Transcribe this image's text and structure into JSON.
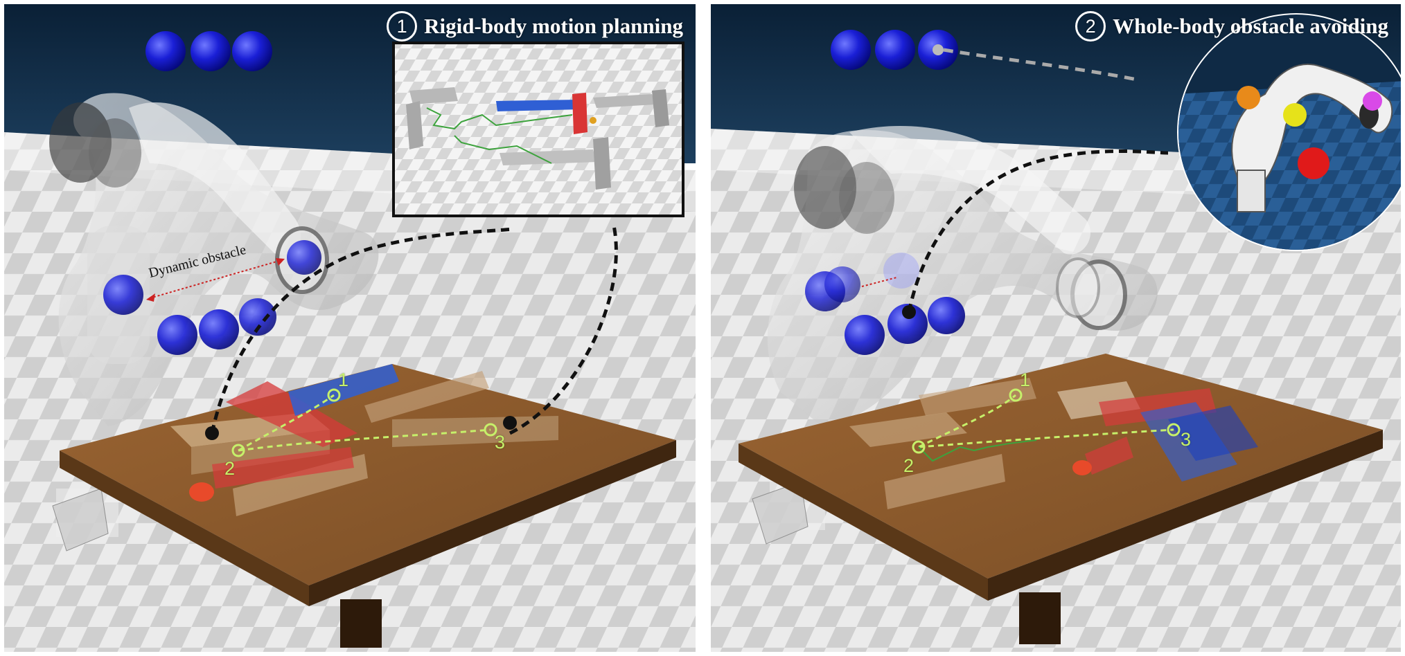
{
  "panels": [
    {
      "id": "rigid-body",
      "number": "①",
      "title": "Rigid-body motion planning",
      "annotation": "Dynamic obstacle",
      "waypoints": [
        "1",
        "2",
        "3"
      ]
    },
    {
      "id": "whole-body",
      "number": "②",
      "title": "Whole-body obstacle avoiding",
      "waypoints": [
        "1",
        "2",
        "3"
      ]
    }
  ],
  "colors": {
    "sky": "#0f2a45",
    "floor_light": "#e9e9e9",
    "floor_dark": "#c9c9c9",
    "table": "#8a5a2c",
    "obstacle_blue": "#1a1fd6",
    "waypoint_green": "#c6f06a",
    "path_black": "#111111"
  }
}
